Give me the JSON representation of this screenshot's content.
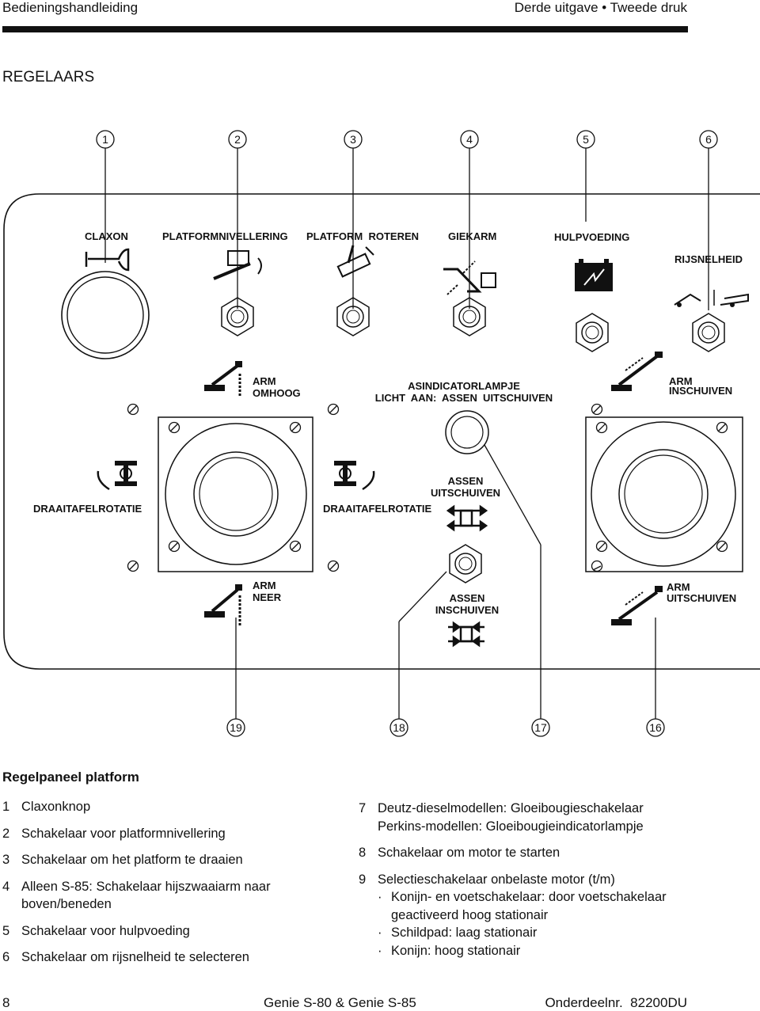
{
  "header": {
    "left": "Bedieningshandleiding",
    "right": "Derde uitgave • Tweede druk"
  },
  "section_title": "REGELAARS",
  "callouts_top": [
    "1",
    "2",
    "3",
    "4",
    "5",
    "6"
  ],
  "callouts_bottom": [
    "19",
    "18",
    "17",
    "16"
  ],
  "panel_labels": {
    "claxon": "CLAXON",
    "platformnivellering": "PLATFORMNIVELLERING",
    "platform_roteren": "PLATFORM  ROTEREN",
    "giekarm": "GIEKARM",
    "hulpvoeding": "HULPVOEDING",
    "rijsnelheid": "RIJSNELHEID",
    "arm_omhoog_1": "ARM",
    "arm_omhoog_2": "OMHOOG",
    "asindicator_1": "ASINDICATORLAMPJE",
    "asindicator_2": "LICHT  AAN:  ASSEN  UITSCHUIVEN",
    "arm_inschuiven_1": "ARM",
    "arm_inschuiven_2": "INSCHUIVEN",
    "draaitafel_left": "DRAAITAFELROTATIE",
    "draaitafel_mid": "DRAAITAFELROTATIE",
    "assen_uit_1": "ASSEN",
    "assen_uit_2": "UITSCHUIVEN",
    "arm_neer_1": "ARM",
    "arm_neer_2": "NEER",
    "assen_in_1": "ASSEN",
    "assen_in_2": "INSCHUIVEN",
    "arm_uitschuiven_1": "ARM",
    "arm_uitschuiven_2": "UITSCHUIVEN"
  },
  "caption": "Regelpaneel platform",
  "legend_left": [
    {
      "n": "1",
      "text": "Claxonknop"
    },
    {
      "n": "2",
      "text": "Schakelaar voor platformnivellering"
    },
    {
      "n": "3",
      "text": "Schakelaar om het platform te draaien"
    },
    {
      "n": "4",
      "text": "Alleen S-85: Schakelaar hijszwaaiarm naar boven/beneden"
    },
    {
      "n": "5",
      "text": "Schakelaar voor hulpvoeding"
    },
    {
      "n": "6",
      "text": "Schakelaar om rijsnelheid te selecteren"
    }
  ],
  "legend_right": {
    "item7": {
      "n": "7",
      "line1": "Deutz-dieselmodellen: Gloeibougieschakelaar",
      "line2": "Perkins-modellen: Gloeibougieindicatorlampje"
    },
    "item8": {
      "n": "8",
      "text": "Schakelaar om motor te starten"
    },
    "item9": {
      "n": "9",
      "text": "Selectieschakelaar onbelaste motor (t/m)",
      "sub": [
        "Konijn- en voetschakelaar: door voetschakelaar geactiveerd hoog stationair",
        "Schildpad: laag stationair",
        "Konijn: hoog stationair"
      ]
    }
  },
  "footer": {
    "page": "8",
    "model": "Genie S-80 & Genie S-85",
    "part": "Onderdeelnr.  82200DU"
  }
}
